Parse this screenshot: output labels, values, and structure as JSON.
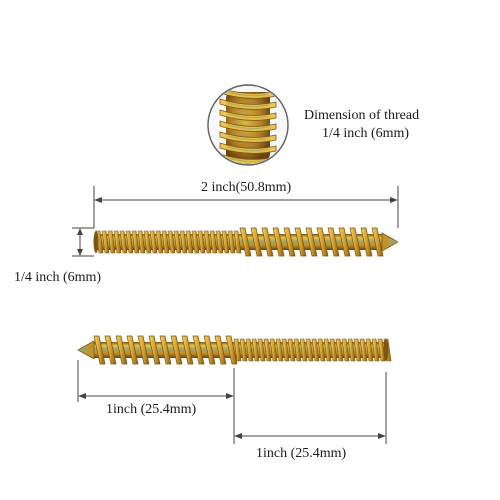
{
  "captions": {
    "thread_line_1": "Dimension of thread",
    "thread_line_2": "1/4 inch (6mm)"
  },
  "dimensions": {
    "total_length": "2 inch(50.8mm)",
    "diameter": "1/4 inch (6mm)",
    "machine_half": "1inch (25.4mm)",
    "wood_half": "1inch (25.4mm)"
  },
  "icons": {
    "closeup": "thread-closeup-icon",
    "screw": "hanger-bolt-icon"
  },
  "colors": {
    "brass_light": "#e8c24a",
    "brass_mid": "#c4922a",
    "brass_dark": "#7c5414",
    "zinc_tint": "#9aa66a",
    "dimension_line": "#444444",
    "text": "#1a1a1a"
  }
}
